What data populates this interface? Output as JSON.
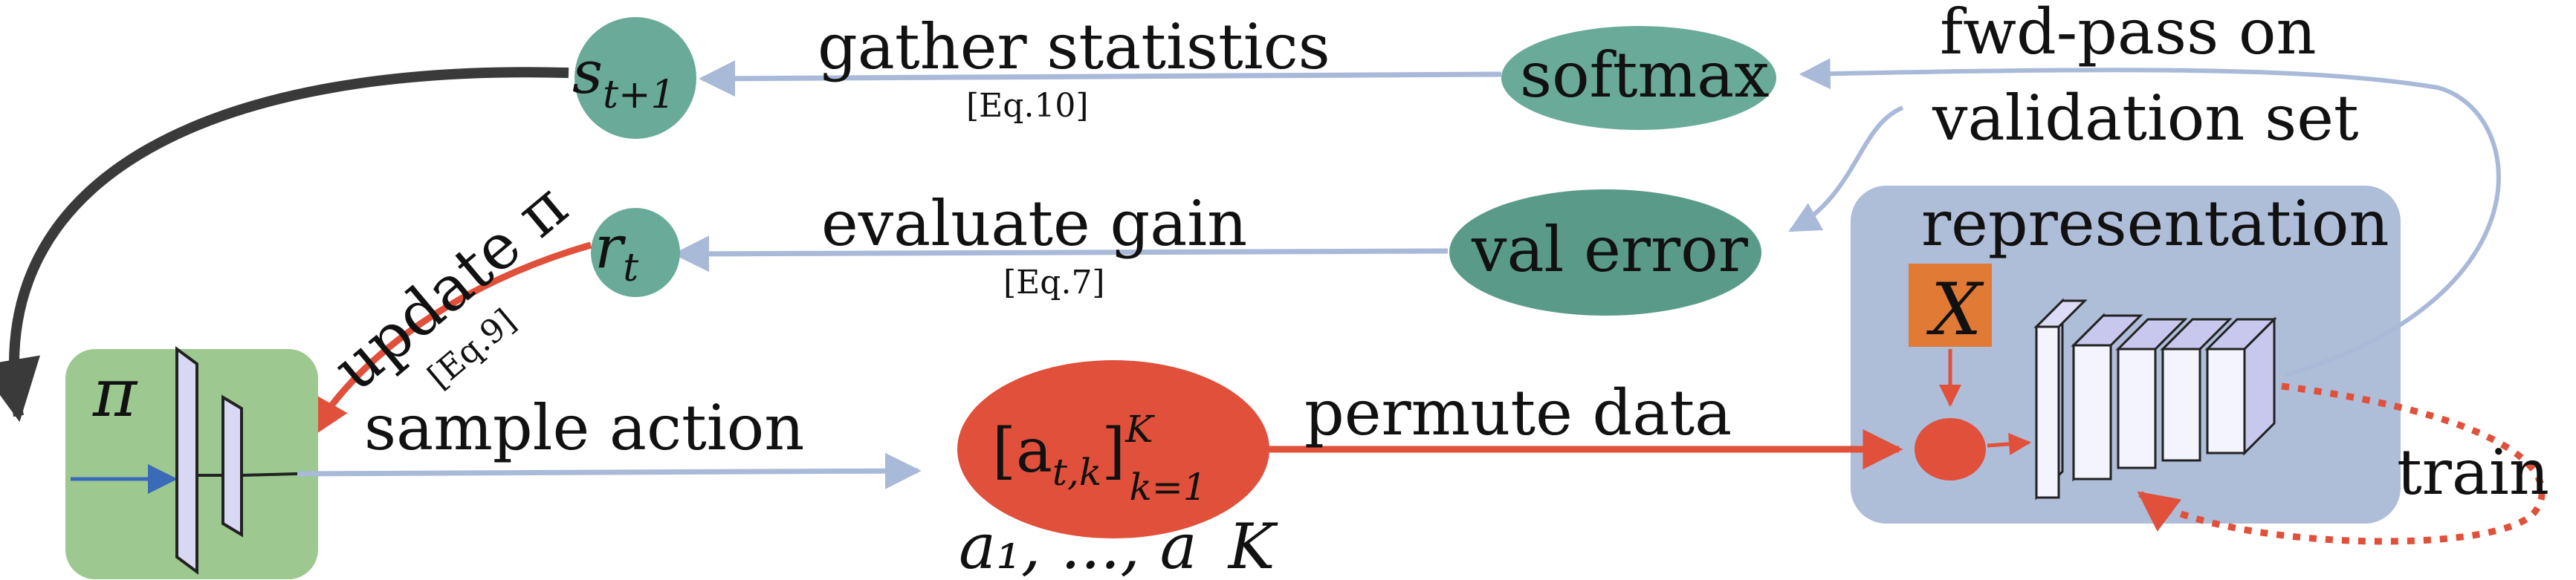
{
  "colors": {
    "teal": "#6aaa98",
    "teal_dark": "#5a9a88",
    "green_box": "#9dc890",
    "blue_box": "#aebdd8",
    "orange_red": "#e0503a",
    "arrow_blue": "#a9b9d8",
    "arrow_dark": "#3a3a3a",
    "x_box": "#e07a35",
    "cube_face": "#f4f4ff",
    "cube_side": "#c8c8ee"
  },
  "nodes": {
    "state": {
      "base": "s",
      "sub": "t+1"
    },
    "reward": {
      "base": "r",
      "sub": "t"
    },
    "softmax": "softmax",
    "val_error": "val error",
    "policy": "π",
    "action": {
      "base": "[a",
      "sub": "t,k",
      "close": "]",
      "sup": "K",
      "lower": "k=1"
    },
    "action_caption": "a₁, ..., a_K",
    "representation": "representation",
    "input": "X"
  },
  "labels": {
    "gather_statistics": "gather statistics",
    "gather_eq": "[Eq.10]",
    "evaluate_gain": "evaluate gain",
    "evaluate_eq": "[Eq.7]",
    "update": "update π",
    "update_eq": "[Eq.9]",
    "sample_action": "sample action",
    "permute_data": "permute data",
    "fwd_pass": "fwd-pass on",
    "validation_set": "validation set",
    "train": "train"
  }
}
